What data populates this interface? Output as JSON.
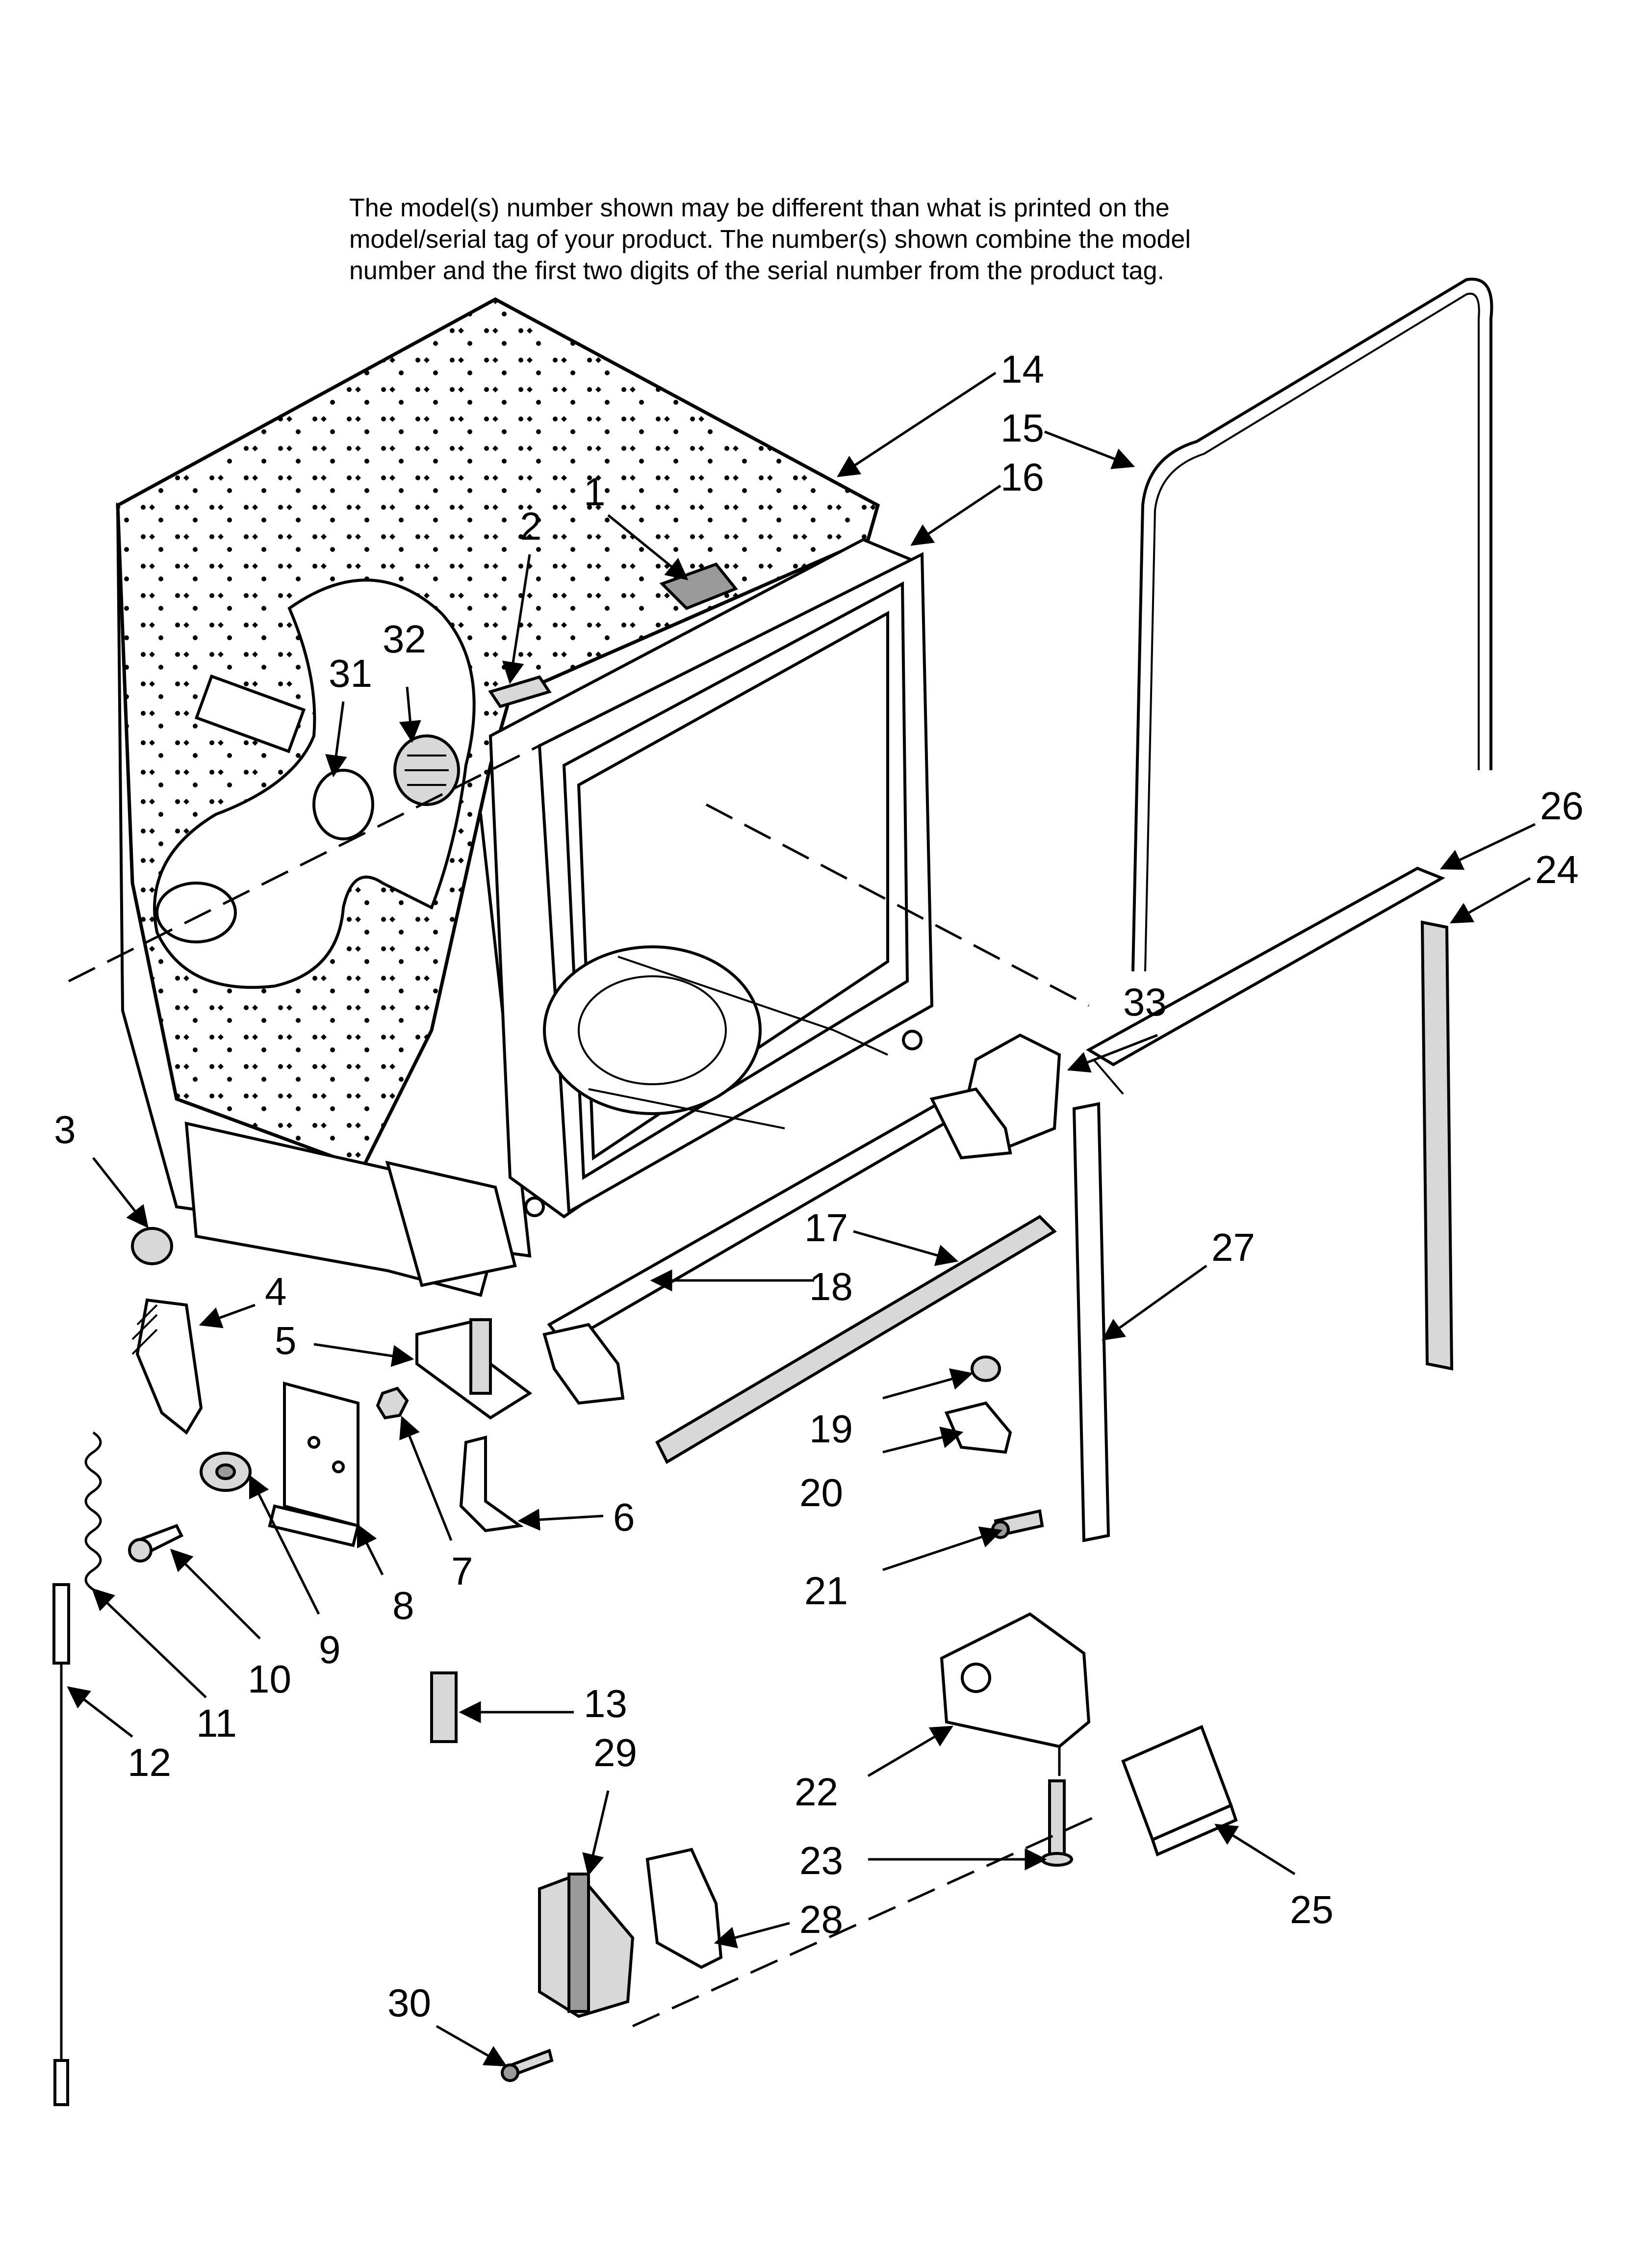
{
  "note": {
    "lines": [
      "The model(s) number shown may be different than what is printed on the",
      "model/serial tag of your product. The number(s) shown combine the model",
      "number and the first two digits of the serial number from the product tag."
    ]
  },
  "callouts": [
    {
      "id": "1",
      "label": "1"
    },
    {
      "id": "2",
      "label": "2"
    },
    {
      "id": "3",
      "label": "3"
    },
    {
      "id": "4",
      "label": "4"
    },
    {
      "id": "5",
      "label": "5"
    },
    {
      "id": "6",
      "label": "6"
    },
    {
      "id": "7",
      "label": "7"
    },
    {
      "id": "8",
      "label": "8"
    },
    {
      "id": "9",
      "label": "9"
    },
    {
      "id": "10",
      "label": "10"
    },
    {
      "id": "11",
      "label": "11"
    },
    {
      "id": "12",
      "label": "12"
    },
    {
      "id": "13",
      "label": "13"
    },
    {
      "id": "14",
      "label": "14"
    },
    {
      "id": "15",
      "label": "15"
    },
    {
      "id": "16",
      "label": "16"
    },
    {
      "id": "17",
      "label": "17"
    },
    {
      "id": "18",
      "label": "18"
    },
    {
      "id": "19",
      "label": "19"
    },
    {
      "id": "20",
      "label": "20"
    },
    {
      "id": "21",
      "label": "21"
    },
    {
      "id": "22",
      "label": "22"
    },
    {
      "id": "23",
      "label": "23"
    },
    {
      "id": "24",
      "label": "24"
    },
    {
      "id": "25",
      "label": "25"
    },
    {
      "id": "26",
      "label": "26"
    },
    {
      "id": "27",
      "label": "27"
    },
    {
      "id": "28",
      "label": "28"
    },
    {
      "id": "29",
      "label": "29"
    },
    {
      "id": "30",
      "label": "30"
    },
    {
      "id": "31",
      "label": "31"
    },
    {
      "id": "32",
      "label": "32"
    },
    {
      "id": "33",
      "label": "33"
    }
  ]
}
